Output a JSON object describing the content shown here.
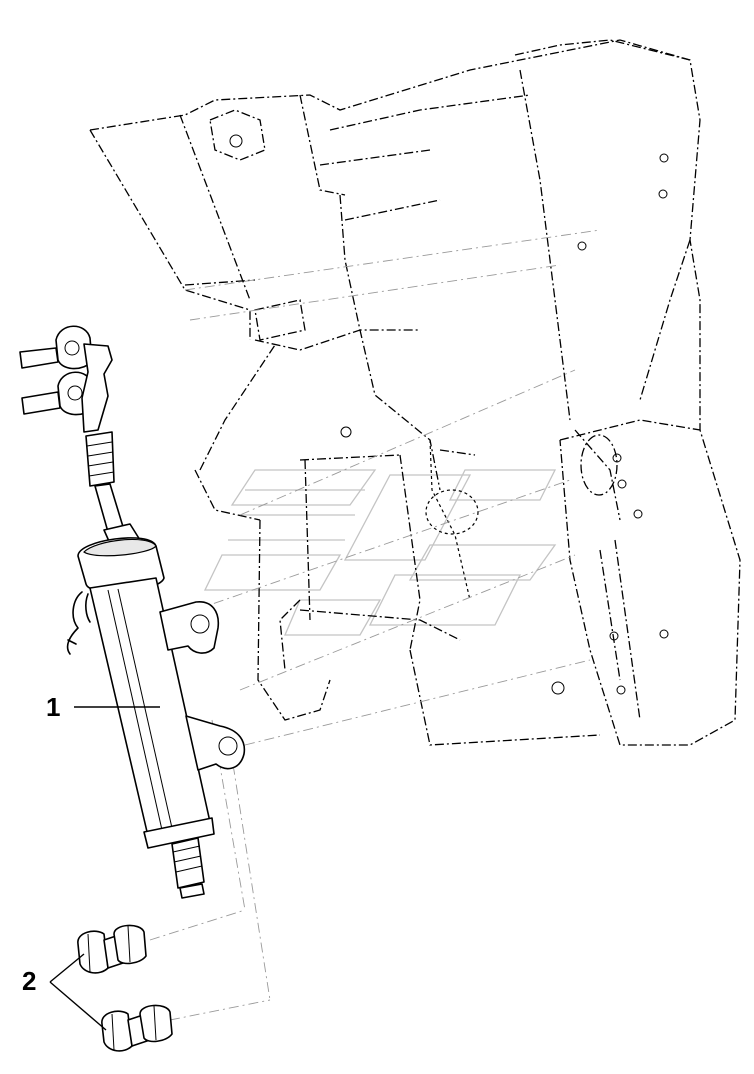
{
  "callouts": [
    {
      "id": "1",
      "label": "1"
    },
    {
      "id": "2",
      "label": "2"
    }
  ],
  "colors": {
    "line": "#000000",
    "background": "#ffffff",
    "watermark": "#c4c4c4"
  }
}
